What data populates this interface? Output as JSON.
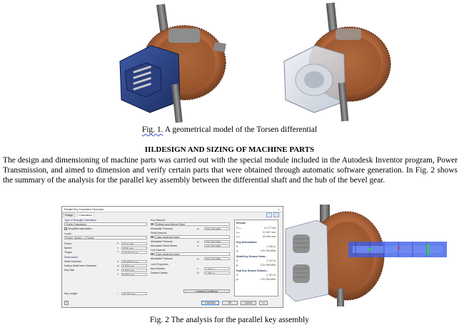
{
  "figure1": {
    "caption_prefix": "Fig. 1.",
    "caption_rest": " A geometrical model of the Torsen differential"
  },
  "section": {
    "heading": "III.DESIGN AND SIZING OF MACHINE PARTS",
    "paragraph": "The design and dimensioning of machine parts was carried out with the special module included in the Autodesk Inventor program, Power Transmission, and aimed to dimension and verify certain parts that were obtained through automatic software generation. In Fig. 2 shows the summary of the analysis for the parallel key assembly between the differential shaft and the hub of the bevel gear."
  },
  "dialog": {
    "title": "Parallel Key Connection Generator",
    "close": "×",
    "tabs": [
      "Design",
      "Calculation"
    ],
    "left": {
      "type_label": "Type of Strength Calculation",
      "type_value": "Check Calculation",
      "simplified": "Simplified calculation",
      "loads_label": "Loads",
      "loads_value": "Power, Speed --> Torque",
      "rows": [
        {
          "label": "Power",
          "sym": "P",
          "value": "67.91 kW"
        },
        {
          "label": "Speed",
          "sym": "n",
          "value": "5250 rpm"
        },
        {
          "label": "Torque",
          "sym": "T",
          "value": "123.522 N m"
        }
      ],
      "dims_label": "Dimensions",
      "dims": [
        {
          "label": "Shaft Diameter",
          "sym": "d",
          "value": "28.00000 mm"
        },
        {
          "label": "Hollow Shaft Inner Diameter",
          "sym": "d₀",
          "value": "0.000 mm"
        },
        {
          "label": "Key Size",
          "sym": "b",
          "value": "8.000 mm"
        },
        {
          "label": "",
          "sym": "h",
          "value": "8.000 mm"
        }
      ],
      "key_length_label": "Key Length",
      "key_length_sym": "l",
      "key_length_value": "40.000 mm"
    },
    "middle": {
      "key_material_label": "Key Material",
      "key_material": "Refined and Alloyed Steel",
      "key_pressure_label": "Allowable Pressure",
      "key_pressure_sym": "pₐ",
      "key_pressure": "300.000 MPa",
      "shaft_material_label": "Shaft Material",
      "shaft_material": "Case-hardened steel",
      "shaft_pressure_label": "Allowable Pressure",
      "shaft_pressure_sym": "pₐ",
      "shaft_pressure": "300.000 MPa",
      "shaft_shear_label": "Allowable Shear Stress",
      "shaft_shear_sym": "τₐ",
      "shaft_shear": "340.000 MPa",
      "hub_material_label": "Hub Material",
      "hub_material": "Case-hardened steel",
      "hub_pressure_label": "Allowable Pressure",
      "hub_pressure_sym": "pₐ",
      "hub_pressure": "300.000 MPa",
      "joint_label": "Joint Properties",
      "key_number_label": "Key Number",
      "key_number_sym": "n",
      "key_number": "1.000 ul",
      "safety_label": "Desired Safety",
      "safety_sym": "Sₙ",
      "safety": "1.000 ul",
      "loading_button": "Loading Conditions"
    },
    "results": {
      "title": "Results",
      "top": [
        {
          "sym": "Fₘₐₓ",
          "value": "11.277 kN"
        },
        {
          "sym": "lₘᵢₙ",
          "value": "21.007 mm"
        },
        {
          "sym": "lₘₐₓ",
          "value": "23.000 mm"
        }
      ],
      "key_def_label": "Key Deformation",
      "key_def": [
        {
          "sym": "S",
          "value": "1.135 ul"
        },
        {
          "sym": "pₐ",
          "value": "175.796 MPa"
        }
      ],
      "shaft_groove_label": "Shaft Key Groove Defor...",
      "shaft_groove": [
        {
          "sym": "S",
          "value": "1.707 ul"
        },
        {
          "sym": "pₐ",
          "value": "175.796 MPa"
        }
      ],
      "hub_groove_label": "Hub Key Groove Deform...",
      "hub_groove": [
        {
          "sym": "S",
          "value": "1.707 ul"
        },
        {
          "sym": "pₐ",
          "value": "175.796 MPa"
        }
      ]
    },
    "buttons": {
      "calculate": "Calculate",
      "ok": "OK",
      "cancel": "Cancel",
      "more": ">>"
    }
  },
  "figure2": {
    "caption": "Fig. 2  The analysis for the parallel key assembly"
  },
  "colors": {
    "gear_copper": "#b0653a",
    "housing_blue": "#243c7a",
    "shaft_gray": "#707070",
    "key_highlight": "#3d5fe8"
  }
}
